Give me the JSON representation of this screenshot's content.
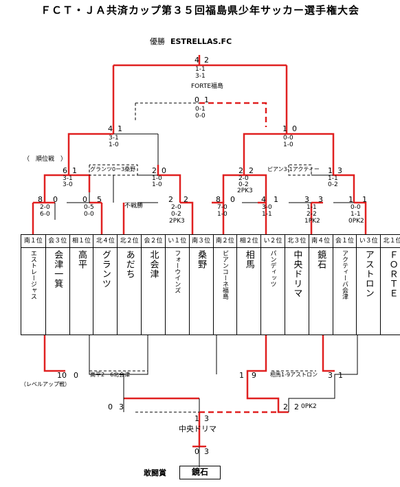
{
  "title": "ＦＣＴ・ＪＡ共済カップ第３５回福島県少年サッカー選手権大会",
  "champion": {
    "label": "優勝",
    "team": "ESTRELLAS.FC"
  },
  "final": {
    "left_score": "4",
    "right_score": "2",
    "detail1": "1-1",
    "detail2": "3-1"
  },
  "third_place": {
    "team": "FORTE福島",
    "left_score": "0",
    "right_score": "1",
    "detail1": "0-1",
    "detail2": "0-0"
  },
  "semis": {
    "left": {
      "left_score": "4",
      "right_score": "1",
      "detail1": "3-1",
      "detail2": "1-0"
    },
    "right": {
      "left_score": "1",
      "right_score": "0",
      "detail1": "0-0",
      "detail2": "1-0"
    }
  },
  "placement_label": "（　順位戦　）",
  "quarters": {
    "q1": {
      "left_score": "6",
      "right_score": "1",
      "detail1": "3-1",
      "detail2": "3-0"
    },
    "q2": {
      "left_score": "2",
      "right_score": "0",
      "detail1": "1-0",
      "detail2": "1-0"
    },
    "q3": {
      "left_score": "2",
      "right_score": "2",
      "detail1": "2-0",
      "detail2": "0-2",
      "detail3": "2PK3"
    },
    "q4": {
      "left_score": "1",
      "right_score": "3",
      "detail1": "1-1",
      "detail2": "0-2"
    },
    "cons_left": "グランツ0ー3桑野",
    "cons_right": "ピアン3-1アクティー"
  },
  "r16": [
    {
      "left_score": "8",
      "right_score": "0",
      "detail1": "2-0",
      "detail2": "6-0"
    },
    {
      "left_score": "0",
      "right_score": "5",
      "detail1": "0-5",
      "detail2": "0-0"
    },
    {
      "label": "不戦勝"
    },
    {
      "left_score": "2",
      "right_score": "2",
      "detail1": "2-0",
      "detail2": "0-2",
      "detail3": "2PK3"
    },
    {
      "left_score": "8",
      "right_score": "0",
      "detail1": "7-0",
      "detail2": "1-0"
    },
    {
      "left_score": "4",
      "right_score": "1",
      "detail1": "3-0",
      "detail2": "1-1"
    },
    {
      "left_score": "3",
      "right_score": "3",
      "detail1": "1-1",
      "detail2": "2-2",
      "detail3": "1PK2"
    },
    {
      "left_score": "1",
      "right_score": "1",
      "detail1": "0-0",
      "detail2": "1-1",
      "detail3": "0PK2"
    }
  ],
  "teams": [
    {
      "seed": "南１位",
      "name": "エストレージャス"
    },
    {
      "seed": "会３位",
      "name": "会津一箕"
    },
    {
      "seed": "相１位",
      "name": "高平"
    },
    {
      "seed": "北４位",
      "name": "グランツ"
    },
    {
      "seed": "北２位",
      "name": "あだち"
    },
    {
      "seed": "会２位",
      "name": "北会津"
    },
    {
      "seed": "い１位",
      "name": "フォーウインズ"
    },
    {
      "seed": "南３位",
      "name": "桑野"
    },
    {
      "seed": "南２位",
      "name": "ピアンコーネ福島"
    },
    {
      "seed": "相２位",
      "name": "相馬"
    },
    {
      "seed": "い２位",
      "name": "パンディッツ"
    },
    {
      "seed": "北３位",
      "name": "中央ドリマ"
    },
    {
      "seed": "南４位",
      "name": "鏡石"
    },
    {
      "seed": "会１位",
      "name": "アクティーバ会津"
    },
    {
      "seed": "い３位",
      "name": "アストロン"
    },
    {
      "seed": "北１位",
      "name": "ＦＯＲＴＥ"
    }
  ],
  "levelup": {
    "label": "（レベルアップ戦）",
    "m1": {
      "left_score": "10",
      "right_score": "0",
      "note": "高平2ー6北会津"
    },
    "m2": {
      "left_score": "1",
      "right_score": "9",
      "note": "相馬1-9アストロン"
    },
    "m2b": {
      "left_score": "3",
      "right_score": "1"
    },
    "semi": {
      "left_score": "0",
      "right_score": "3"
    },
    "semi2": {
      "left_score": "2",
      "right_score": "2",
      "detail": "0PK2"
    },
    "final": {
      "left_score": "1",
      "right_score": "3",
      "winner": "中央ドリマ"
    },
    "bottom": {
      "left_score": "0",
      "right_score": "3"
    }
  },
  "fighting_spirit": {
    "label": "敢闘賞",
    "team": "鏡石"
  },
  "colors": {
    "winner_line": "#e02020",
    "normal_line": "#000000"
  }
}
